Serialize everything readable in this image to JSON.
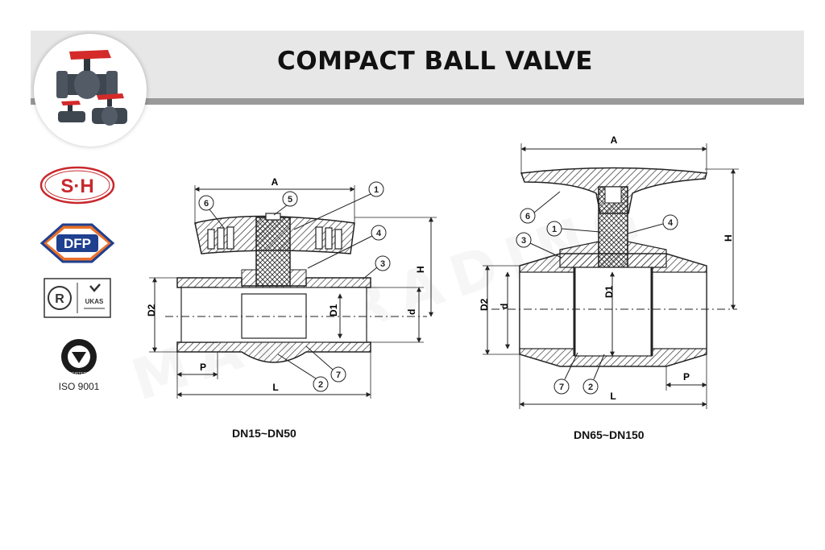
{
  "header": {
    "title": "COMPACT BALL VALVE"
  },
  "logos": {
    "sh": "S·H",
    "dfp": "DFP",
    "ukas": "UKAS",
    "iso_label": "ISO 9001",
    "iso_ring": "REGISTERED"
  },
  "watermark": "MARTRADING",
  "diagrams": [
    {
      "caption": "DN15~DN50",
      "dims": {
        "A": "A",
        "H": "H",
        "D2": "D2",
        "D1": "D1",
        "d": "d",
        "P": "P",
        "L": "L"
      },
      "callouts": [
        "1",
        "2",
        "3",
        "4",
        "5",
        "6",
        "7"
      ]
    },
    {
      "caption": "DN65~DN150",
      "dims": {
        "A": "A",
        "H": "H",
        "D2": "D2",
        "D1": "D1",
        "d": "d",
        "P": "P",
        "L": "L"
      },
      "callouts": [
        "1",
        "2",
        "3",
        "4",
        "6",
        "7"
      ]
    }
  ],
  "colors": {
    "banner": "#e7e7e7",
    "banner_rule": "#9a9a9a",
    "valve_body": "#3e4650",
    "handle": "#d42a2a",
    "logo_red": "#c8282d",
    "logo_blue": "#1f3f8f",
    "logo_orange": "#e9702a"
  }
}
